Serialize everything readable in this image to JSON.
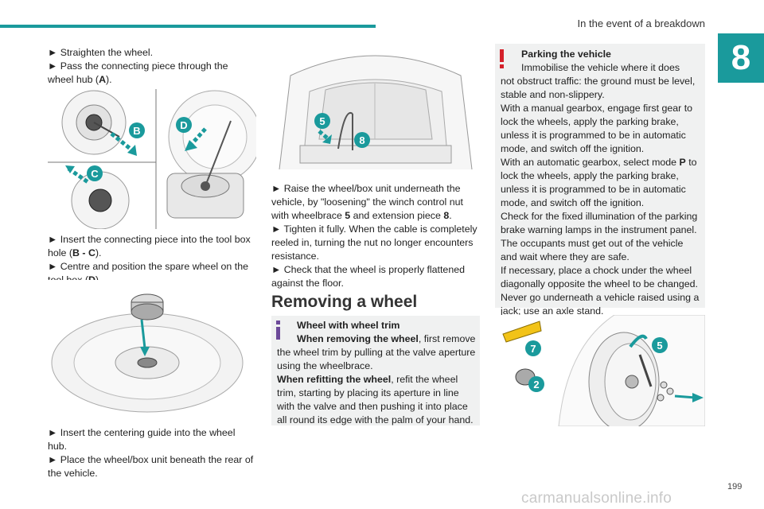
{
  "header": {
    "section_title": "In the event of a breakdown",
    "chapter_number": "8"
  },
  "column1": {
    "step1": "► Straighten the wheel.",
    "step2_pre": "► Pass the connecting piece through the wheel hub (",
    "step2_bold": "A",
    "step2_post": ").",
    "step3_pre": "► Insert the connecting piece into the tool box hole (",
    "step3_bold": "B - C",
    "step3_post": ").",
    "step4_pre": "► Centre and position the spare wheel on the tool box (",
    "step4_bold": "D",
    "step4_post": ").",
    "step5": "► Insert the centering guide into the wheel hub.",
    "step6": "► Place the wheel/box unit beneath the rear of the vehicle."
  },
  "figures": {
    "fig1_labels": [
      "B",
      "C",
      "D"
    ],
    "fig3_labels": [
      "5",
      "8"
    ],
    "fig4_labels": [
      "7",
      "2",
      "5"
    ]
  },
  "column2": {
    "step1_pre": "► Raise the wheel/box unit underneath the vehicle, by \"loosening\" the winch control nut with wheelbrace ",
    "step1_b1": "5",
    "step1_mid": " and extension piece ",
    "step1_b2": "8",
    "step1_post": ".",
    "step2": "► Tighten it fully. When the cable is completely reeled in, turning the nut no longer encounters resistance.",
    "step3": "► Check that the wheel is properly flattened against the floor.",
    "heading": "Removing a wheel",
    "info_title": "Wheel with wheel trim",
    "info_b1": "When removing the wheel",
    "info_t1": ", first remove the wheel trim by pulling at the valve aperture using the wheelbrace.",
    "info_b2": "When refitting the wheel",
    "info_t2": ", refit the wheel trim, starting by placing its aperture in line with the valve and then pushing it into place all round its edge with the palm of your hand."
  },
  "column3": {
    "warn_title": "Parking the vehicle",
    "warn_lines": [
      "Immobilise the vehicle where it does",
      "not obstruct traffic: the ground must be level, stable and non-slippery.",
      "With a manual gearbox, engage first gear to lock the wheels, apply the parking brake, unless it is programmed to be in automatic mode, and switch off the ignition."
    ],
    "warn_auto_pre": "With an automatic gearbox, select mode ",
    "warn_auto_bold": "P",
    "warn_auto_post": " to lock the wheels, apply the parking brake, unless it is programmed to be in automatic mode, and switch off the ignition.",
    "warn_rest": [
      "Check for the fixed illumination of the parking brake warning lamps in the instrument panel.",
      "The occupants must get out of the vehicle and wait where they are safe.",
      "If necessary, place a chock under the wheel diagonally opposite the wheel to be changed.",
      "Never go underneath a vehicle raised using a jack; use an axle stand."
    ]
  },
  "footer": {
    "page_number": "199",
    "watermark": "carmanualsonline.info"
  },
  "colors": {
    "accent": "#1a9a9c",
    "info": "#6d4a9a",
    "warning": "#d4202a",
    "box_bg": "#f0f1f1"
  }
}
